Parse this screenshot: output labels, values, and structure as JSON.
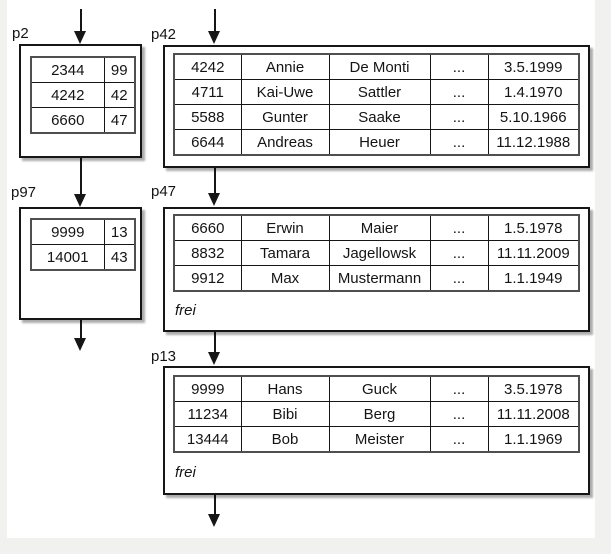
{
  "colors": {
    "line": "#161616",
    "page_background": "#ffffff",
    "outer_background": "#f1f1ef",
    "shadow": "#aaaaaa"
  },
  "pages": {
    "p2": {
      "label": "p2",
      "kind": "index-page",
      "rows": [
        [
          "2344",
          "99"
        ],
        [
          "4242",
          "42"
        ],
        [
          "6660",
          "47"
        ]
      ]
    },
    "p97": {
      "label": "p97",
      "kind": "index-page",
      "rows": [
        [
          "9999",
          "13"
        ],
        [
          "14001",
          "43"
        ]
      ]
    },
    "p42": {
      "label": "p42",
      "kind": "data-page",
      "rows": [
        [
          "4242",
          "Annie",
          "De Monti",
          "...",
          "3.5.1999"
        ],
        [
          "4711",
          "Kai-Uwe",
          "Sattler",
          "...",
          "1.4.1970"
        ],
        [
          "5588",
          "Gunter",
          "Saake",
          "...",
          "5.10.1966"
        ],
        [
          "6644",
          "Andreas",
          "Heuer",
          "...",
          "11.12.1988"
        ]
      ]
    },
    "p47": {
      "label": "p47",
      "kind": "data-page",
      "free_label": "frei",
      "rows": [
        [
          "6660",
          "Erwin",
          "Maier",
          "...",
          "1.5.1978"
        ],
        [
          "8832",
          "Tamara",
          "Jagellowsk",
          "...",
          "11.11.2009"
        ],
        [
          "9912",
          "Max",
          "Mustermann",
          "...",
          "1.1.1949"
        ]
      ]
    },
    "p13": {
      "label": "p13",
      "kind": "data-page",
      "free_label": "frei",
      "rows": [
        [
          "9999",
          "Hans",
          "Guck",
          "...",
          "3.5.1978"
        ],
        [
          "11234",
          "Bibi",
          "Berg",
          "...",
          "11.11.2008"
        ],
        [
          "13444",
          "Bob",
          "Meister",
          "...",
          "1.1.1969"
        ]
      ]
    }
  }
}
